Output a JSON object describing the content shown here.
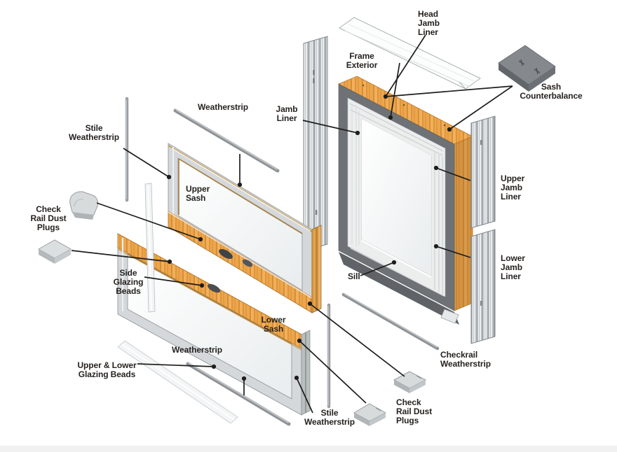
{
  "diagram": {
    "type": "exploded-parts-diagram",
    "subject": "Double-hung window components",
    "labels": {
      "head_jamb_liner": {
        "text": "Head\nJamb\nLiner"
      },
      "frame_exterior": {
        "text": "Frame\nExterior"
      },
      "sash_counterbalance": {
        "text": "Sash\nCounterbalance"
      },
      "jamb_liner": {
        "text": "Jamb\nLiner"
      },
      "weatherstrip_top": {
        "text": "Weatherstrip"
      },
      "stile_weatherstrip_left": {
        "text": "Stile\nWeatherstrip"
      },
      "upper_sash": {
        "text": "Upper\nSash"
      },
      "check_rail_dust_plugs_left": {
        "text": "Check\nRail Dust\nPlugs"
      },
      "side_glazing_beads": {
        "text": "Side\nGlazing\nBeads"
      },
      "sill": {
        "text": "Sill"
      },
      "upper_jamb_liner": {
        "text": "Upper\nJamb\nLiner"
      },
      "lower_jamb_liner": {
        "text": "Lower\nJamb\nLiner"
      },
      "lower_sash": {
        "text": "Lower\nSash"
      },
      "weatherstrip_bottom": {
        "text": "Weatherstrip"
      },
      "upper_lower_glazing_beads": {
        "text": "Upper & Lower\nGlazing Beads"
      },
      "checkrail_weatherstrip": {
        "text": "Checkrail\nWeatherstrip"
      },
      "stile_weatherstrip_bottom": {
        "text": "Stile\nWeatherstrip"
      },
      "check_rail_dust_plugs_bottom": {
        "text": "Check\nRail Dust\nPlugs"
      }
    },
    "colors": {
      "wood": "#eba64e",
      "wood_dark": "#d78c33",
      "trim_gray": "#6e7276",
      "sash_silver": "#d5d8da",
      "silver_edge": "#9ba0a3",
      "liner_white": "#eceeee",
      "leader_line": "#1d1d1b",
      "footer_strip": "#f1f1f2",
      "background": "#ffffff"
    }
  }
}
